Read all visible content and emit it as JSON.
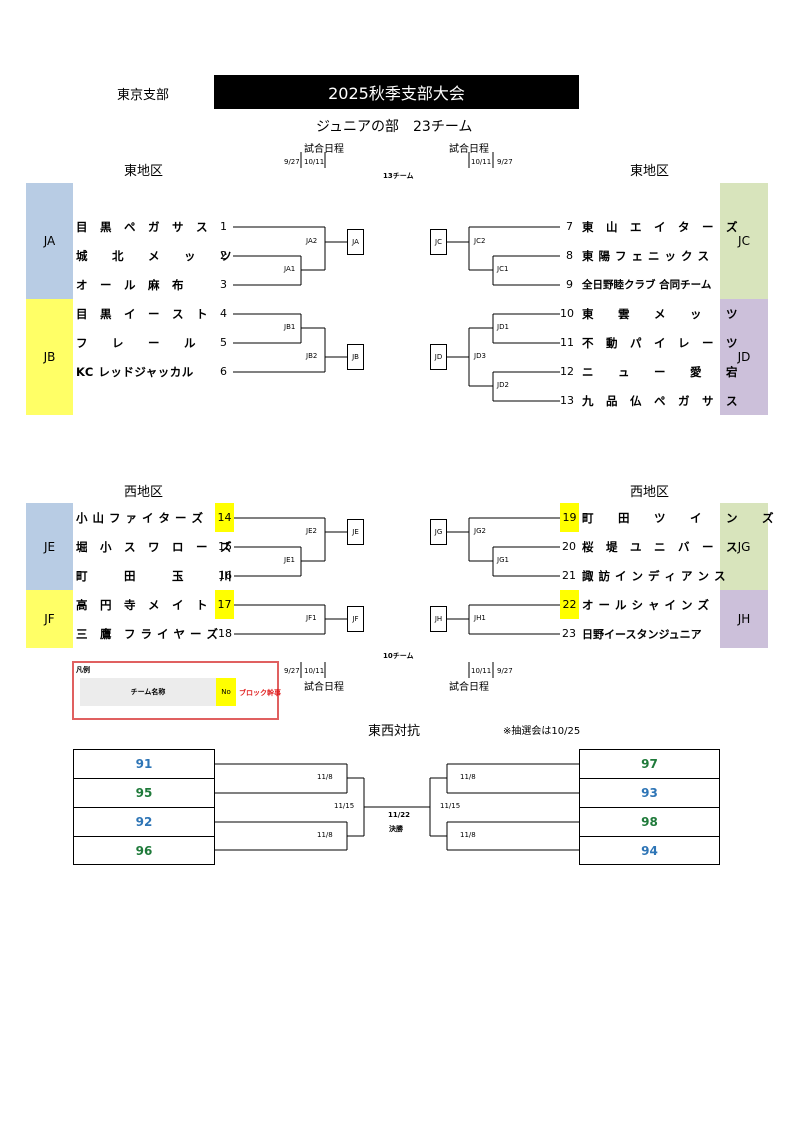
{
  "header": {
    "branch": "東京支部",
    "title": "2025秋季支部大会",
    "subtitle": "ジュニアの部　23チーム",
    "schedule_label": "試合日程"
  },
  "dates": {
    "d927": "9/27",
    "d1011": "10/11",
    "d118": "11/8",
    "d1115": "11/15",
    "d1122": "11/22"
  },
  "east": {
    "label": "東地区",
    "team_count": "13チーム",
    "left": {
      "blocks": [
        {
          "name": "JA",
          "color": "#b8cce4"
        },
        {
          "name": "JB",
          "color": "#ffff66"
        }
      ],
      "teams": [
        {
          "name": "目　黒　ペ　ガ　サ　ス",
          "no": "1",
          "highlight": false
        },
        {
          "name": "城　　北　　メ　　ッ　　ツ",
          "no": "2",
          "highlight": false
        },
        {
          "name": "オ　ー　ル　麻　布",
          "no": "3",
          "highlight": false
        },
        {
          "name": "目　黒　イ　ー　ス　ト",
          "no": "4",
          "highlight": false
        },
        {
          "name": "フ　　レ　　ー　　ル",
          "no": "5",
          "highlight": false
        },
        {
          "name": "KC レッドジャッカル",
          "no": "6",
          "highlight": false
        }
      ],
      "nodes": [
        "JA2",
        "JA1",
        "JA",
        "JB1",
        "JB2",
        "JB"
      ]
    },
    "right": {
      "blocks": [
        {
          "name": "JC",
          "color": "#d8e4bc"
        },
        {
          "name": "JD",
          "color": "#ccc0da"
        }
      ],
      "teams": [
        {
          "name": "東　山　エ　イ　タ　ー　ズ",
          "no": "7",
          "highlight": false
        },
        {
          "name": "東 陽 フ ェ ニ ッ ク ス",
          "no": "8",
          "highlight": false
        },
        {
          "name": "全日野睦クラブ 合同チーム",
          "no": "9",
          "highlight": false
        },
        {
          "name": "東　　雲　　メ　　ッ　　ツ",
          "no": "10",
          "highlight": false
        },
        {
          "name": "不　動　パ　イ　レ　ー　ツ",
          "no": "11",
          "highlight": false
        },
        {
          "name": "ニ　　ュ　　ー　　愛　　宕",
          "no": "12",
          "highlight": false
        },
        {
          "name": "九　品　仏　ペ　ガ　サ　ス",
          "no": "13",
          "highlight": false
        }
      ],
      "nodes": [
        "JC",
        "JC2",
        "JC1",
        "JD1",
        "JD",
        "JD3",
        "JD2"
      ]
    }
  },
  "west": {
    "label": "西地区",
    "team_count": "10チーム",
    "left": {
      "blocks": [
        {
          "name": "JE",
          "color": "#b8cce4"
        },
        {
          "name": "JF",
          "color": "#ffff66"
        }
      ],
      "teams": [
        {
          "name": "小 山 フ ァ イ タ ー ズ",
          "no": "14",
          "highlight": true
        },
        {
          "name": "堀　小　ス　ワ　ロ　ー　ズ",
          "no": "15",
          "highlight": false
        },
        {
          "name": "町　　　田　　　玉　　　川",
          "no": "16",
          "highlight": false
        },
        {
          "name": "高　円　寺　メ　イ　ト",
          "no": "17",
          "highlight": true
        },
        {
          "name": "三　鷹　フ ラ イ ヤ ー ズ",
          "no": "18",
          "highlight": false
        }
      ],
      "nodes": [
        "JE2",
        "JE1",
        "JE",
        "JF1",
        "JF"
      ]
    },
    "right": {
      "blocks": [
        {
          "name": "JG",
          "color": "#d8e4bc"
        },
        {
          "name": "JH",
          "color": "#ccc0da"
        }
      ],
      "teams": [
        {
          "name": "町　　田　　ツ　　イ　　ン　　ズ",
          "no": "19",
          "highlight": true
        },
        {
          "name": "桜　堤　ユ　ニ　バ　ー　ス",
          "no": "20",
          "highlight": false
        },
        {
          "name": "諏 訪 イ ン デ ィ ア ン ス",
          "no": "21",
          "highlight": false
        },
        {
          "name": "オ ー ル シ ャ イ ン ズ",
          "no": "22",
          "highlight": true
        },
        {
          "name": "日野イースタンジュニア",
          "no": "23",
          "highlight": false
        }
      ],
      "nodes": [
        "JG",
        "JG2",
        "JG1",
        "JH",
        "JH1"
      ]
    }
  },
  "legend": {
    "title": "凡例",
    "team_name": "チーム名称",
    "no": "No",
    "leader": "ブロック幹事"
  },
  "east_west": {
    "title": "東西対抗",
    "note": "※抽選会は10/25",
    "final_label": "決勝",
    "left": [
      "91",
      "95",
      "92",
      "96"
    ],
    "right": [
      "97",
      "93",
      "98",
      "94"
    ]
  }
}
